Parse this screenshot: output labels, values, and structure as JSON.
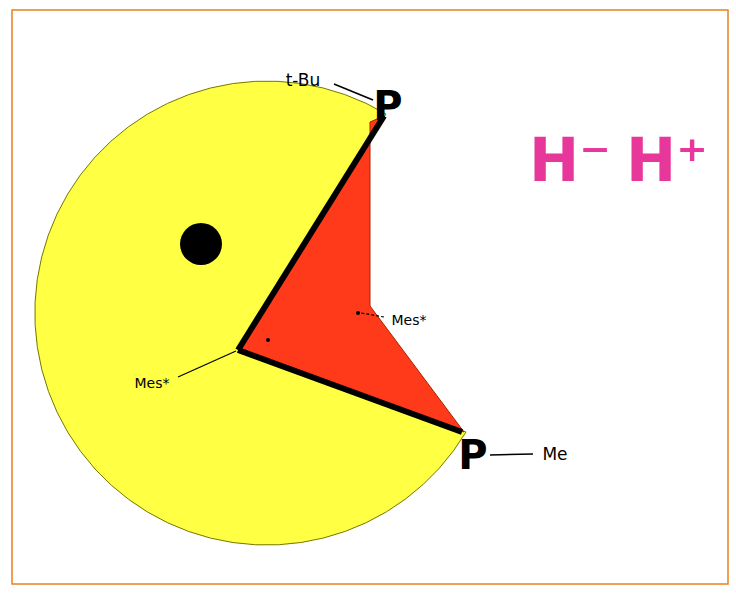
{
  "diagram": {
    "labels": [
      "t-Bu",
      "P",
      "H⁻",
      "H⁺",
      "Mes*",
      "Mes*",
      "P",
      "Me"
    ]
  }
}
